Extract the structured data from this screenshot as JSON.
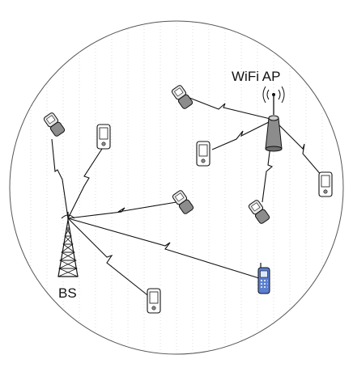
{
  "labels": {
    "base_station": "BS",
    "access_point": "WiFi AP"
  },
  "colors": {
    "stroke": "#111111",
    "device_grey": "#8c8c8c",
    "device_light": "#e6e6e6",
    "cellphone_blue": "#5b7fd0",
    "grid": "#c8c8c8"
  },
  "nodes": [
    {
      "name": "bs-tower",
      "type": "base-station",
      "icon": "tower-icon"
    },
    {
      "name": "wifi-ap",
      "type": "access-point",
      "icon": "wifi-ap-icon"
    },
    {
      "name": "device-1",
      "type": "flip-phone",
      "icon": "flip-phone-icon"
    },
    {
      "name": "device-2",
      "type": "pda",
      "icon": "pda-icon"
    },
    {
      "name": "device-3",
      "type": "flip-phone",
      "icon": "flip-phone-icon"
    },
    {
      "name": "device-4",
      "type": "pda",
      "icon": "pda-icon"
    },
    {
      "name": "device-5",
      "type": "cellphone",
      "icon": "cellphone-icon"
    },
    {
      "name": "device-6",
      "type": "flip-phone",
      "icon": "flip-phone-icon"
    },
    {
      "name": "device-7",
      "type": "pda",
      "icon": "pda-icon"
    },
    {
      "name": "device-8",
      "type": "flip-phone",
      "icon": "flip-phone-icon"
    },
    {
      "name": "device-9",
      "type": "pda",
      "icon": "pda-icon"
    }
  ],
  "links": [
    {
      "from": "bs-tower",
      "to": "device-1"
    },
    {
      "from": "bs-tower",
      "to": "device-2"
    },
    {
      "from": "bs-tower",
      "to": "device-3"
    },
    {
      "from": "bs-tower",
      "to": "device-4"
    },
    {
      "from": "bs-tower",
      "to": "device-5"
    },
    {
      "from": "wifi-ap",
      "to": "device-6"
    },
    {
      "from": "wifi-ap",
      "to": "device-7"
    },
    {
      "from": "wifi-ap",
      "to": "device-8"
    },
    {
      "from": "wifi-ap",
      "to": "device-9"
    }
  ]
}
